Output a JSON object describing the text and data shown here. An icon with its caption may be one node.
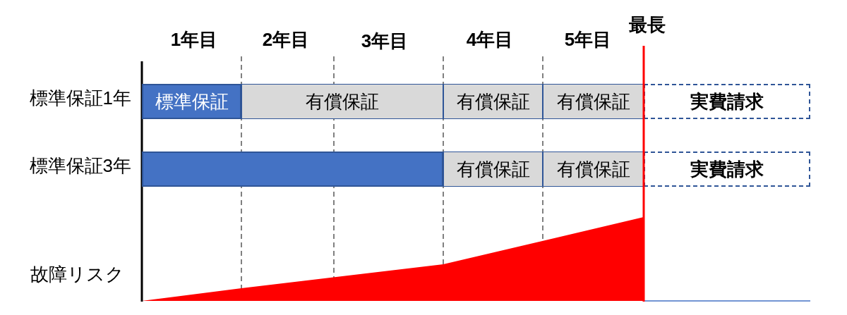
{
  "diagram": {
    "nodes": [
      {
        "text": [
          "標準保証"
        ]
      },
      {
        "text": [
          "有償保証"
        ]
      },
      {
        "text": [
          "有償保証"
        ]
      },
      {
        "text": [
          "有償保証"
        ]
      },
      {
        "text": [
          "実費請求"
        ]
      },
      {
        "text": [],
        "shape": "bar"
      },
      {
        "text": [
          "有償保証"
        ]
      },
      {
        "text": [
          "有償保証"
        ]
      },
      {
        "text": [
          "実費請求"
        ]
      },
      {
        "text": [],
        "shape": "area"
      }
    ],
    "labels": [
      "1年目",
      "2年目",
      "3年目",
      "4年目",
      "5年目",
      "最長",
      "標準保証1年",
      "標準保証3年",
      "故障リスク"
    ]
  }
}
